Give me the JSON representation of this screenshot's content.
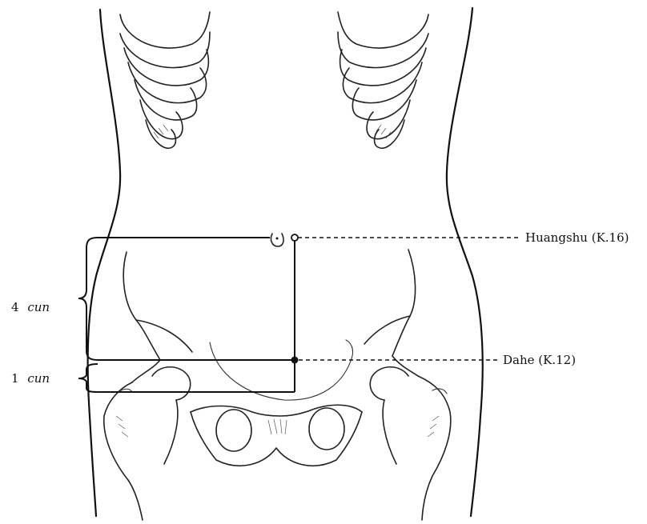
{
  "points": [
    {
      "id": "huangshu",
      "label": "Huangshu  (K.16)"
    },
    {
      "id": "dahe",
      "label": "Dahe  (K.12)"
    }
  ],
  "measurements": [
    {
      "id": "upper",
      "number": "4",
      "unit": "cun"
    },
    {
      "id": "lower",
      "number": "1",
      "unit": "cun"
    }
  ],
  "colors": {
    "ink": "#111111",
    "background": "#ffffff"
  }
}
